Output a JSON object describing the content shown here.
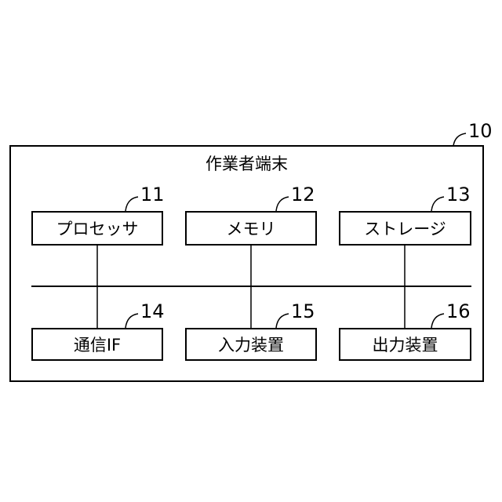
{
  "diagram": {
    "outer": {
      "ref": "10",
      "title": "作業者端末"
    },
    "components": [
      {
        "ref": "11",
        "label": "プロセッサ"
      },
      {
        "ref": "12",
        "label": "メモリ"
      },
      {
        "ref": "13",
        "label": "ストレージ"
      },
      {
        "ref": "14",
        "label": "通信IF"
      },
      {
        "ref": "15",
        "label": "入力装置"
      },
      {
        "ref": "16",
        "label": "出力装置"
      }
    ]
  }
}
